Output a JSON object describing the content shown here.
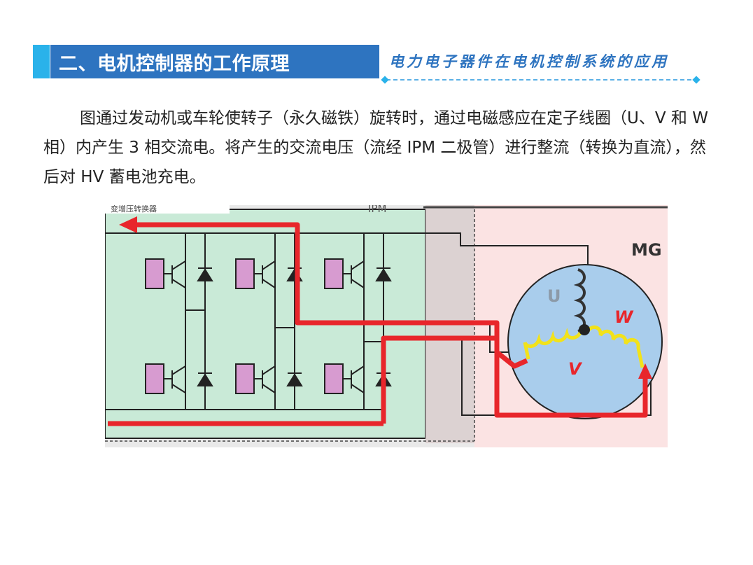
{
  "header": {
    "title": "二、电机控制器的工作原理",
    "subtitle": "电力电子器件在电机控制系统的应用"
  },
  "body": {
    "paragraph": "图通过发动机或车轮使转子（永久磁铁）旋转时，通过电磁感应在定子线圈（U、V 和 W 相）内产生 3 相交流电。将产生的交流电压（流经 IPM 二极管）进行整流（转换为直流），然后对 HV 蓄电池充电。"
  },
  "figure": {
    "top_left_label": "变增压转换器",
    "ipm_label": "IPM",
    "motor_label": "MG",
    "phase_u": "U",
    "phase_v": "V",
    "phase_w": "W",
    "colors": {
      "current_path": "#e8262b",
      "inverter_bg": "#c9ead7",
      "motor_bg": "#a9cdec",
      "motor_panel_bg": "#fbe3e3",
      "coil": "#f2e21a",
      "igbt": "#d79bd0"
    }
  }
}
